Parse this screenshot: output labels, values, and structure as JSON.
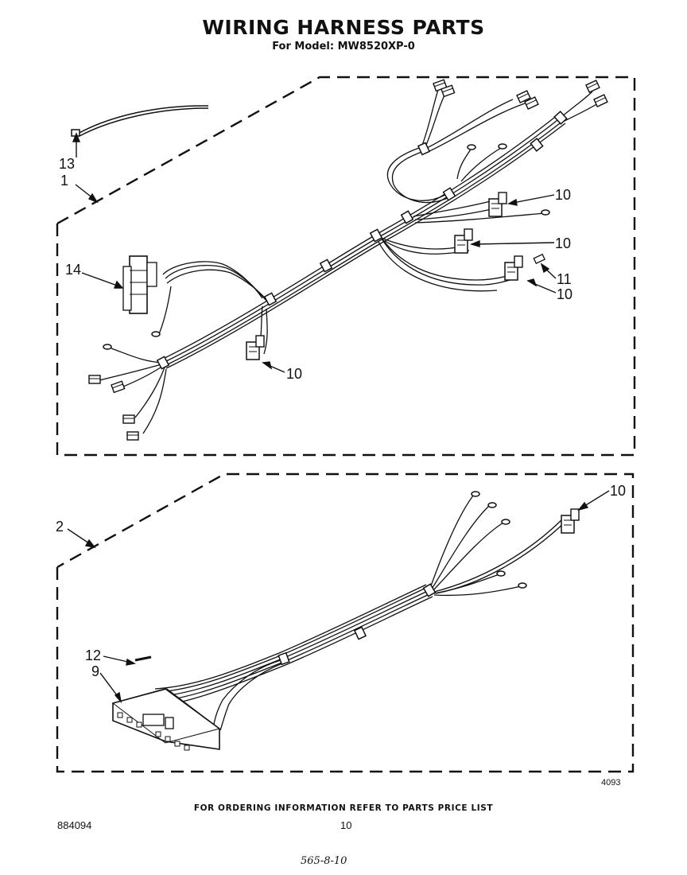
{
  "header": {
    "title": "WIRING HARNESS PARTS",
    "subtitle": "For Model: MW8520XP-0"
  },
  "callouts": {
    "c1": "1",
    "c2": "2",
    "c9": "9",
    "c10a": "10",
    "c10b": "10",
    "c10c": "10",
    "c10d": "10",
    "c10e": "10",
    "c11": "11",
    "c12": "12",
    "c13": "13",
    "c14": "14"
  },
  "figure_number": "4093",
  "footer": {
    "note": "FOR ORDERING INFORMATION REFER TO PARTS PRICE LIST",
    "doc_number": "884094",
    "page_number": "10",
    "handwritten": "565-8-10"
  }
}
